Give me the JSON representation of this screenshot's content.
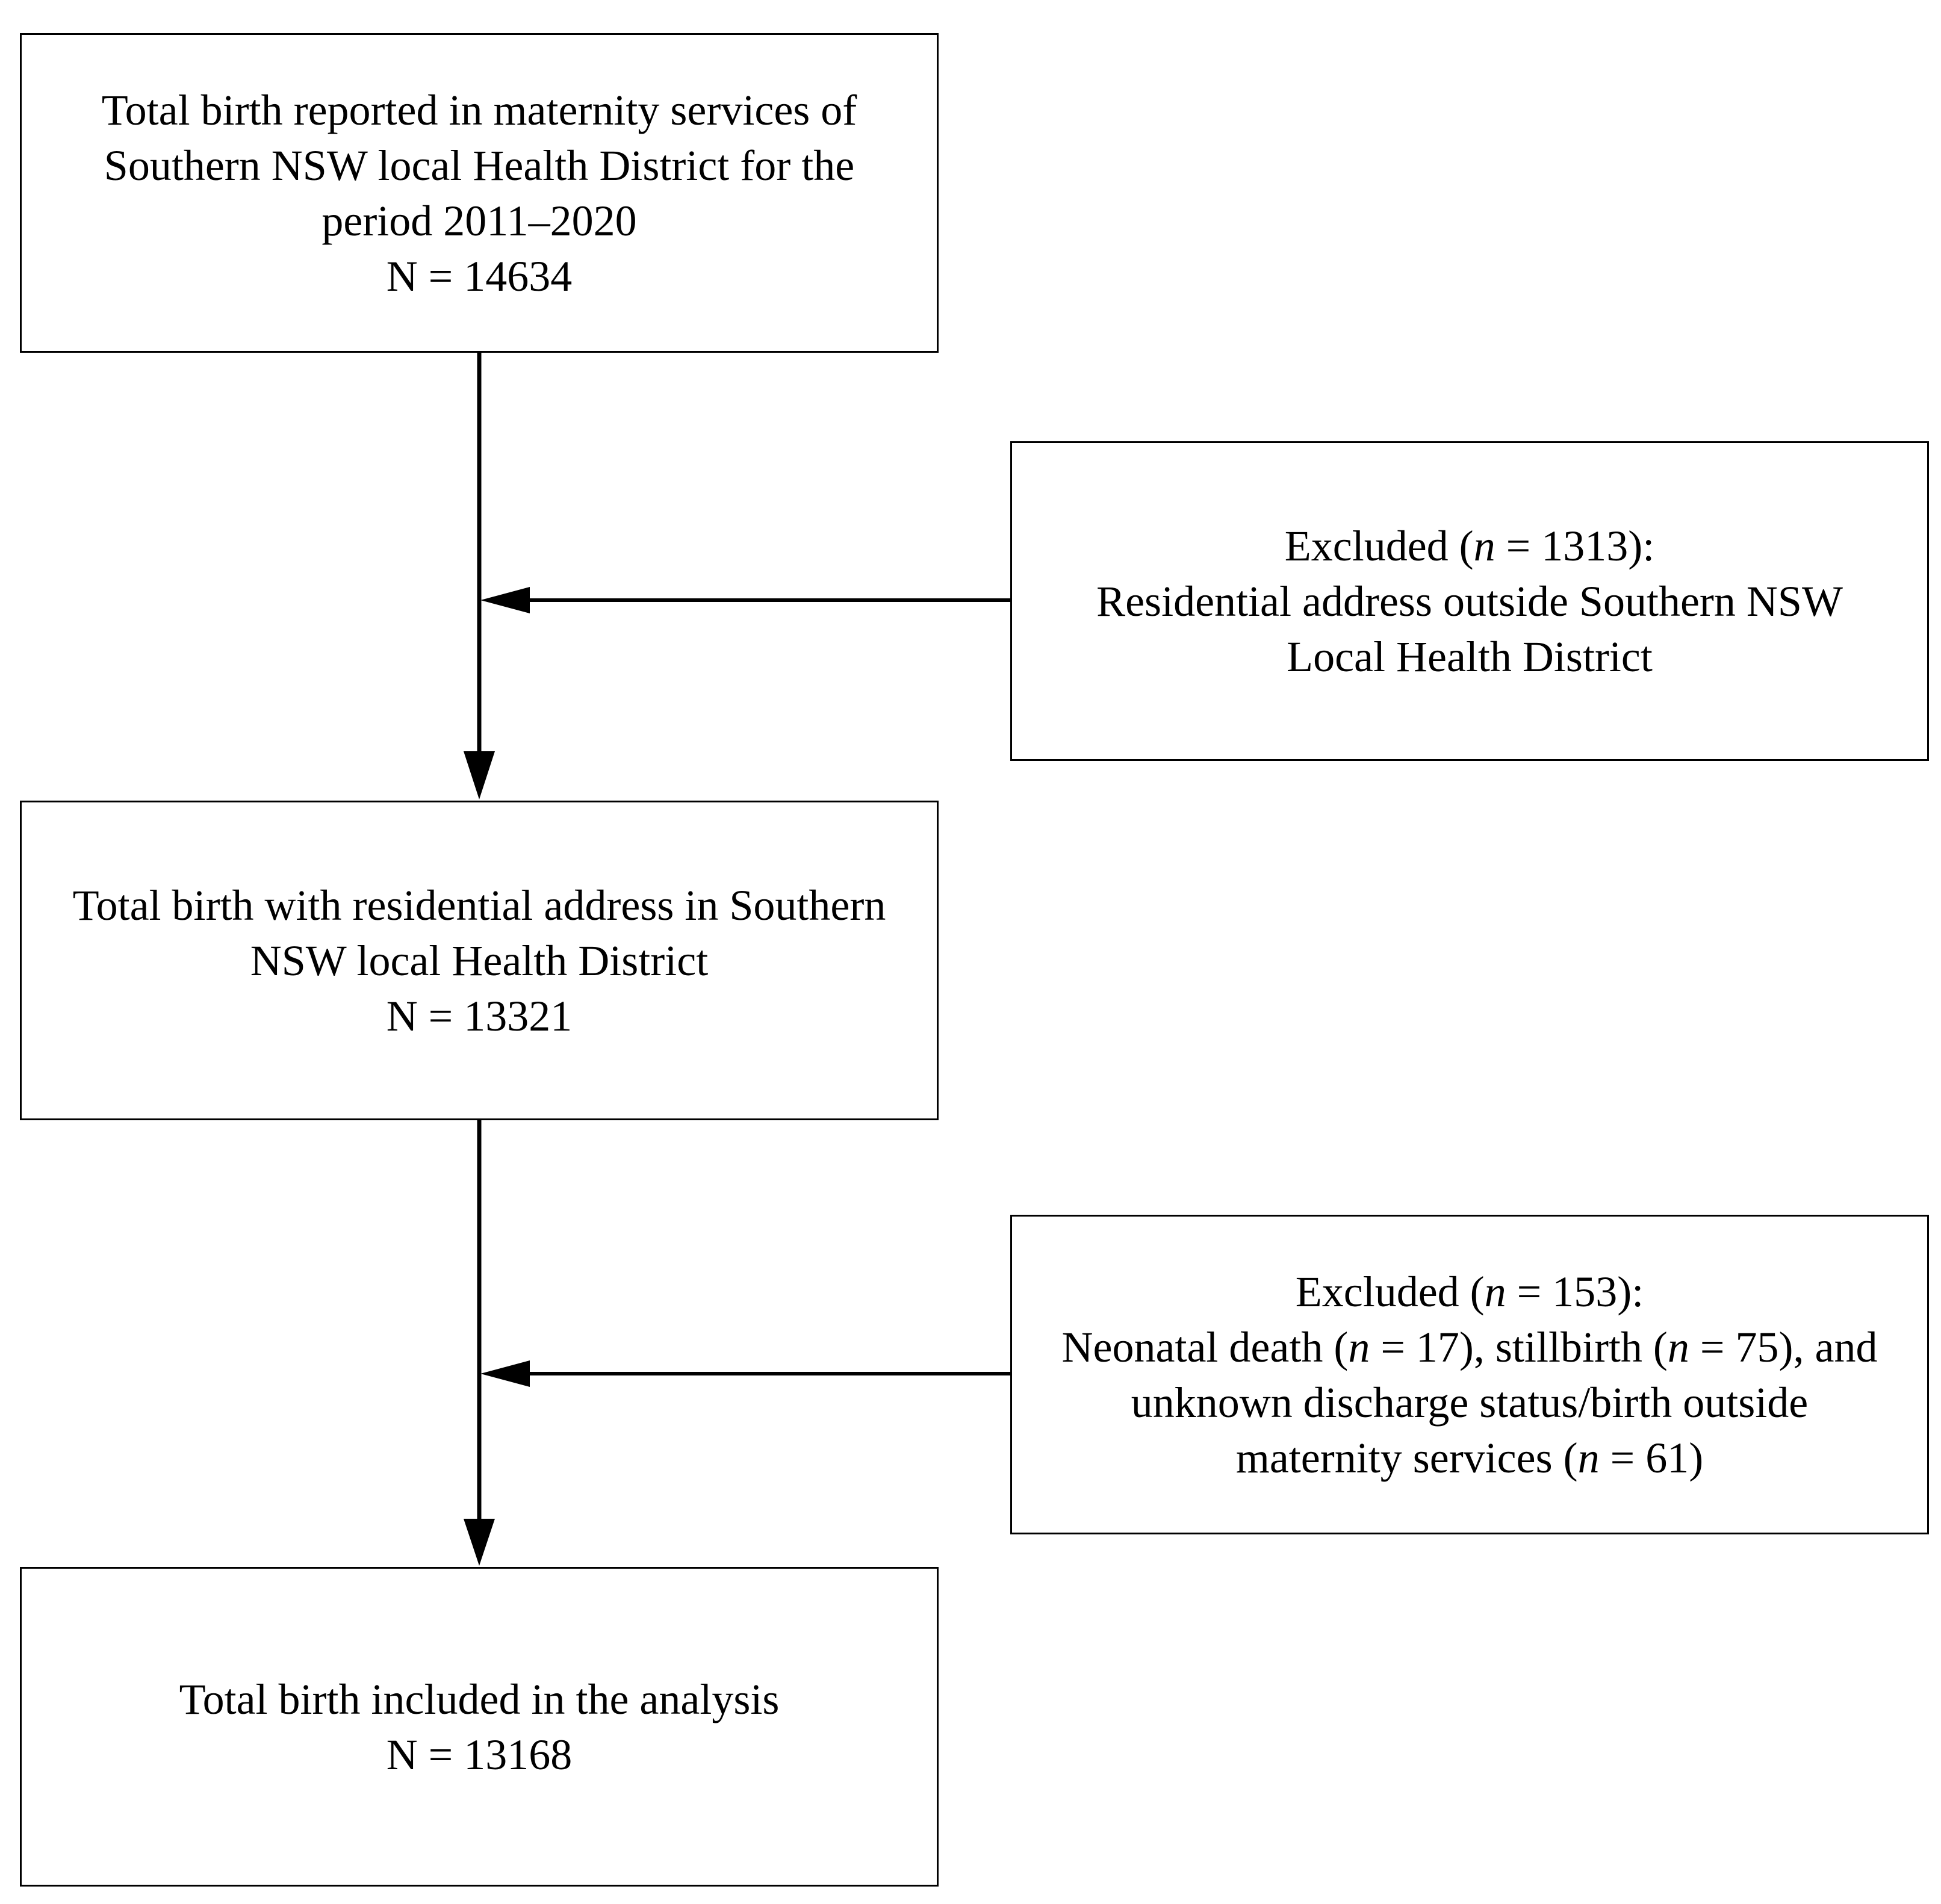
{
  "flowchart": {
    "box_total_reported": {
      "line1": "Total birth reported in maternity services of",
      "line2": "Southern NSW local Health District for the",
      "line3": "period 2011–2020",
      "count": "N = 14634"
    },
    "excluded_residential": {
      "label_prefix": "Excluded (",
      "n_symbol": "n",
      "label_suffix": " = 1313):",
      "line2": "Residential address outside Southern NSW",
      "line3": "Local Health District"
    },
    "box_residential": {
      "line1": "Total birth with residential address in Southern",
      "line2": "NSW local Health District",
      "count": "N = 13321"
    },
    "excluded_outcomes": {
      "label_prefix": "Excluded (",
      "n_symbol": "n",
      "label_suffix": " = 153):",
      "line2_a": "Neonatal death (",
      "line2_b": " = 17), stillbirth (",
      "line2_c": " = 75), and",
      "line3": "unknown discharge status/birth outside",
      "line4_a": "maternity services (",
      "line4_b": " = 61)"
    },
    "box_included": {
      "line1": "Total birth included in the analysis",
      "count": "N = 13168"
    }
  }
}
